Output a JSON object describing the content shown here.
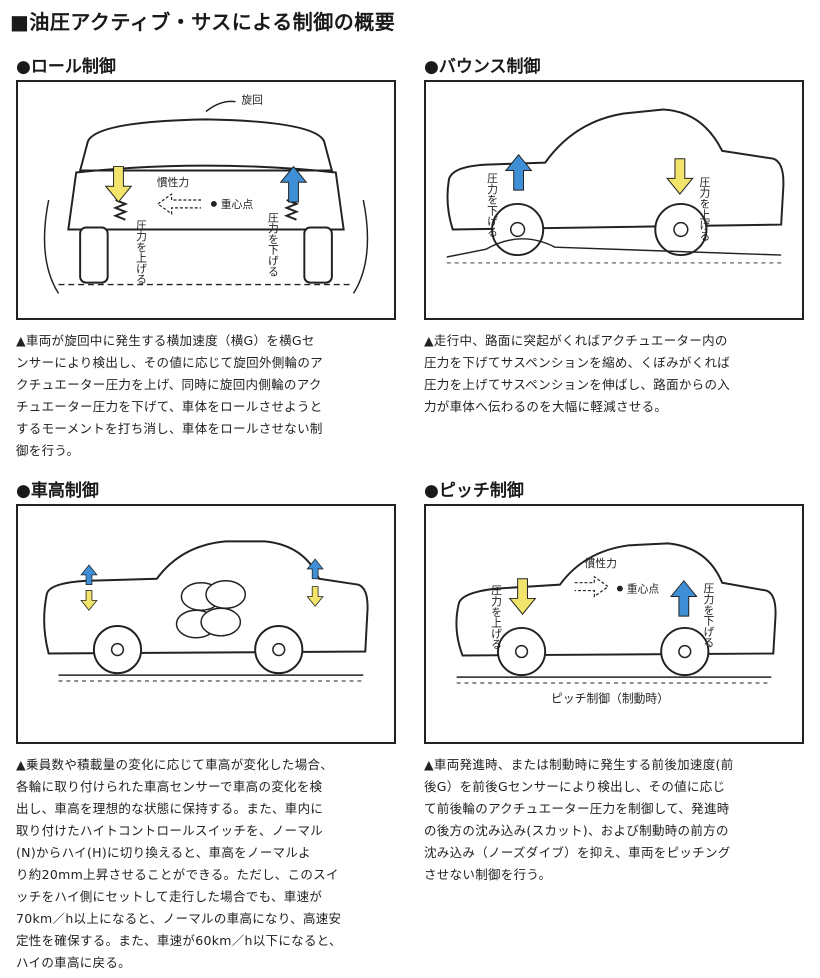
{
  "page_title": "■油圧アクティブ・サスによる制御の概要",
  "sections": {
    "roll": {
      "heading": "●ロール制御",
      "labels": {
        "turn": "旋回",
        "inertia": "慣性力",
        "cog": "重心点",
        "press_up": "圧力を上げる",
        "press_down": "圧力を下げる"
      },
      "caption": "▲車両が旋回中に発生する横加速度（横G）を横Gセ\nンサーにより検出し、その値に応じて旋回外側輪のア\nクチュエーター圧力を上げ、同時に旋回内側輪のアク\nチュエーター圧力を下げて、車体をロールさせようと\nするモーメントを打ち消し、車体をロールさせない制\n御を行う。"
    },
    "bounce": {
      "heading": "●バウンス制御",
      "labels": {
        "press_down": "圧力を下げる",
        "press_up": "圧力を上げる"
      },
      "caption": "▲走行中、路面に突起がくればアクチュエーター内の\n圧力を下げてサスペンションを縮め、くぼみがくれば\n圧力を上げてサスペンションを伸ばし、路面からの入\n力が車体へ伝わるのを大幅に軽減させる。"
    },
    "height": {
      "heading": "●車高制御",
      "caption": "▲乗員数や積載量の変化に応じて車高が変化した場合、\n各輪に取り付けられた車高センサーで車高の変化を検\n出し、車高を理想的な状態に保持する。また、車内に\n取り付けたハイトコントロールスイッチを、ノーマル\n(N)からハイ(H)に切り換えると、車高をノーマルよ\nり約20mm上昇させることができる。ただし、このスイ\nッチをハイ側にセットして走行した場合でも、車速が\n70km／h以上になると、ノーマルの車高になり、高速安\n定性を確保する。また、車速が60km／h以下になると、\nハイの車高に戻る。"
    },
    "pitch": {
      "heading": "●ピッチ制御",
      "labels": {
        "inertia": "慣性力",
        "cog": "重心点",
        "press_up": "圧力を上げる",
        "press_down": "圧力を下げる",
        "sub": "ピッチ制御（制動時）"
      },
      "caption": "▲車両発進時、または制動時に発生する前後加速度(前\n後G）を前後Gセンサーにより検出し、その値に応じ\nて前後輪のアクチュエーター圧力を制御して、発進時\nの後方の沈み込み(スカット)、および制動時の前方の\n沈み込み（ノーズダイブ）を抑え、車両をピッチング\nさせない制御を行う。"
    }
  },
  "colors": {
    "arrow_yellow": "#f2e36a",
    "arrow_blue": "#3f8fd6",
    "line": "#222222"
  }
}
